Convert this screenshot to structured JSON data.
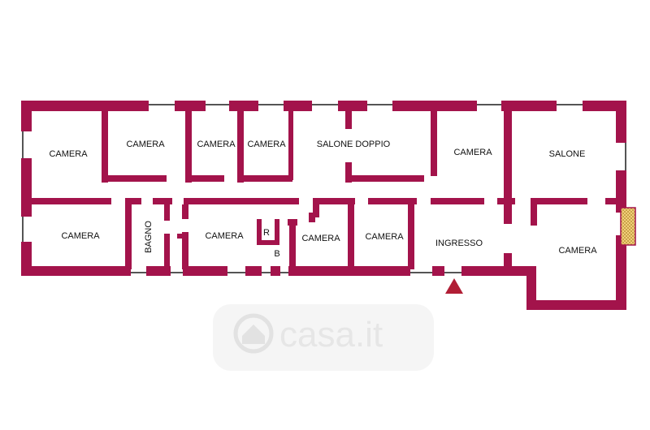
{
  "colors": {
    "wall": "#a3134b",
    "line": "#555555",
    "entrance_marker": "#b11e35",
    "balcony_fill": "#f2d07a",
    "watermark": "#e6e6e6",
    "background": "#ffffff"
  },
  "rooms": [
    {
      "id": "camera-1",
      "label": "CAMERA"
    },
    {
      "id": "camera-2",
      "label": "CAMERA"
    },
    {
      "id": "camera-3",
      "label": "CAMERA"
    },
    {
      "id": "camera-4",
      "label": "CAMERA"
    },
    {
      "id": "salone-doppio",
      "label": "SALONE DOPPIO"
    },
    {
      "id": "camera-5",
      "label": "CAMERA"
    },
    {
      "id": "salone",
      "label": "SALONE"
    },
    {
      "id": "camera-6",
      "label": "CAMERA"
    },
    {
      "id": "bagno",
      "label": "BAGNO"
    },
    {
      "id": "camera-7",
      "label": "CAMERA"
    },
    {
      "id": "r",
      "label": "R"
    },
    {
      "id": "b",
      "label": "B"
    },
    {
      "id": "camera-8",
      "label": "CAMERA"
    },
    {
      "id": "camera-9",
      "label": "CAMERA"
    },
    {
      "id": "ingresso",
      "label": "INGRESSO"
    },
    {
      "id": "camera-10",
      "label": "CAMERA"
    }
  ],
  "entrance": {
    "icon": "entrance-triangle-icon"
  },
  "balcony": {
    "icon": "balcony-hatch-icon"
  },
  "watermark": {
    "text": "casa.it",
    "icon": "house-logo-icon"
  }
}
